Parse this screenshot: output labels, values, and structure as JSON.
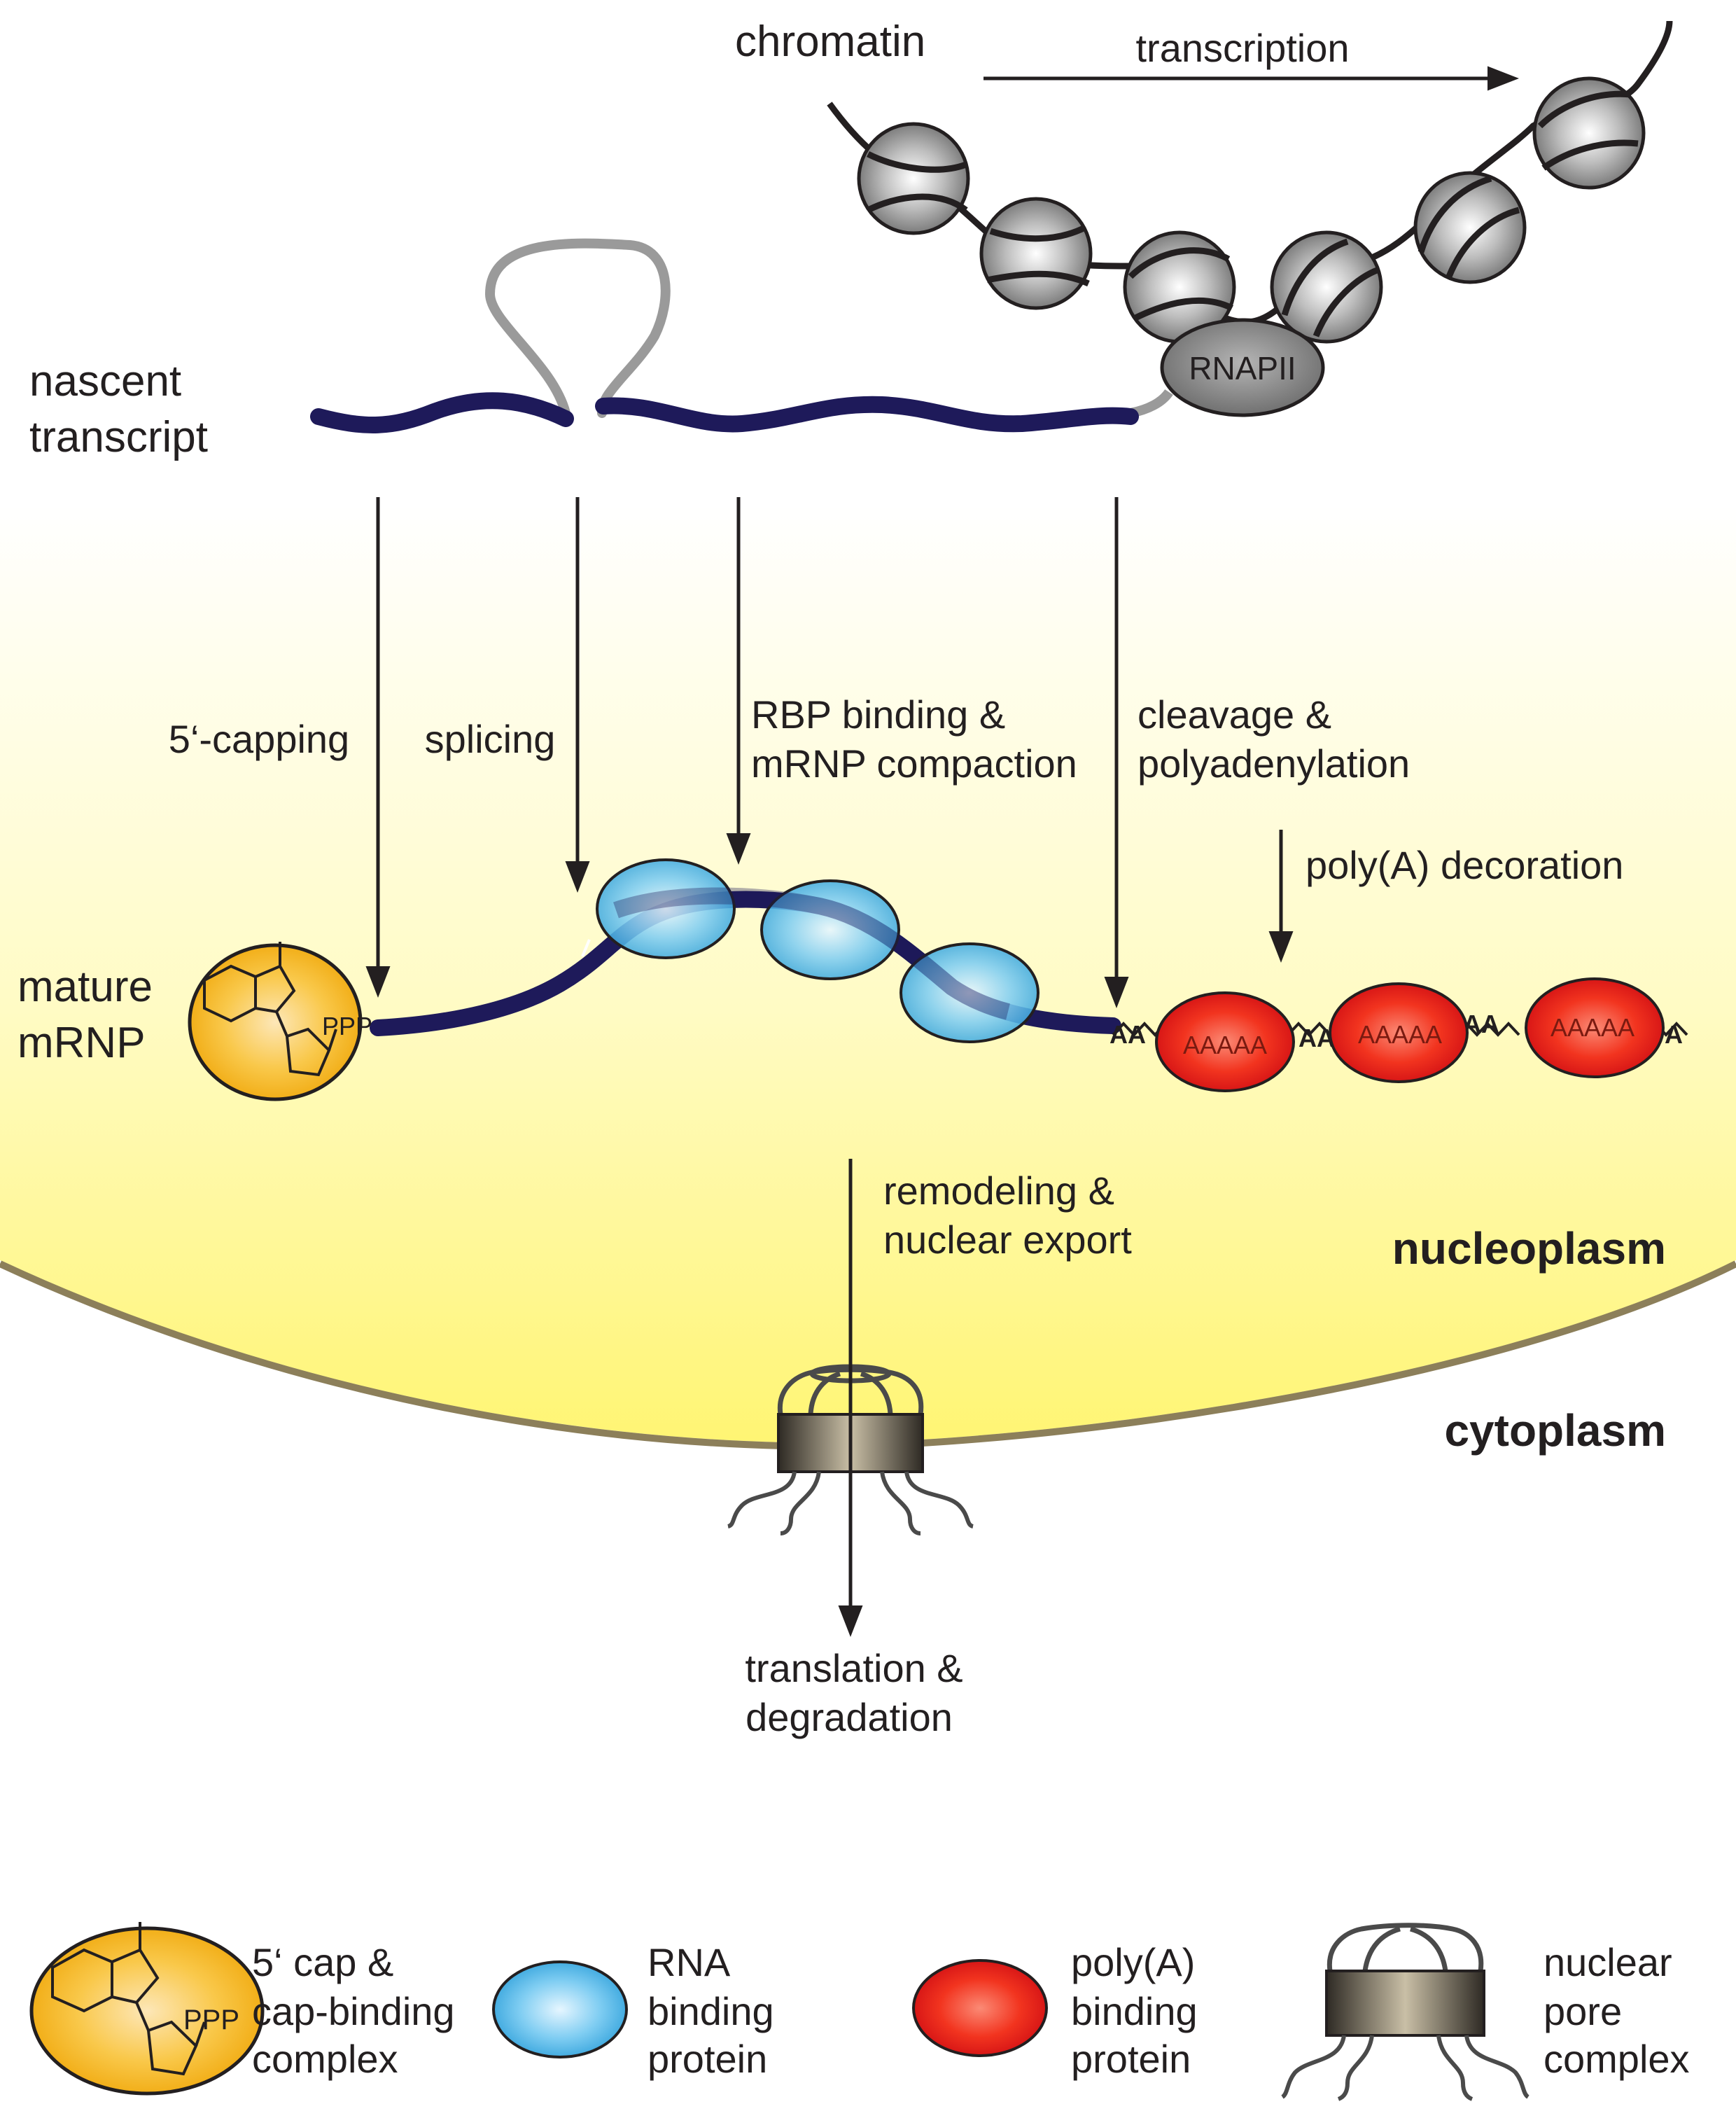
{
  "labels": {
    "chromatin": "chromatin",
    "transcription": "transcription",
    "rnapii": "RNAPII",
    "nascent_line1": "nascent",
    "nascent_line2": "transcript",
    "capping": "5‘-capping",
    "splicing": "splicing",
    "rbp_line1": "RBP binding &",
    "rbp_line2": "mRNP compaction",
    "cleavage_line1": "cleavage &",
    "cleavage_line2": "polyadenylation",
    "polya_decoration": "poly(A) decoration",
    "mature_line1": "mature",
    "mature_line2": "mRNP",
    "ppp": "PPP",
    "aaaaa": "AAAAA",
    "aa": "AA",
    "a": "A",
    "remodeling_line1": "remodeling &",
    "remodeling_line2": "nuclear export",
    "nucleoplasm": "nucleoplasm",
    "cytoplasm": "cytoplasm",
    "translation_line1": "translation &",
    "translation_line2": "degradation"
  },
  "legend": {
    "cap": [
      "5‘ cap &",
      "cap-binding",
      "complex"
    ],
    "rbp": [
      "RNA",
      "binding",
      "protein"
    ],
    "pabp": [
      "poly(A)",
      "binding",
      "protein"
    ],
    "npc": [
      "nuclear",
      "pore",
      "complex"
    ]
  },
  "colors": {
    "transcript": "#1e1a5a",
    "nucleus_yellow": "#fff77a",
    "membrane": "#8c7f5a",
    "rbp_blue": "#3aa9e0",
    "pabp_red": "#e8141b",
    "cap_yellow": "#f5b50e",
    "nucleosome_gray": "#8a8a8a"
  }
}
